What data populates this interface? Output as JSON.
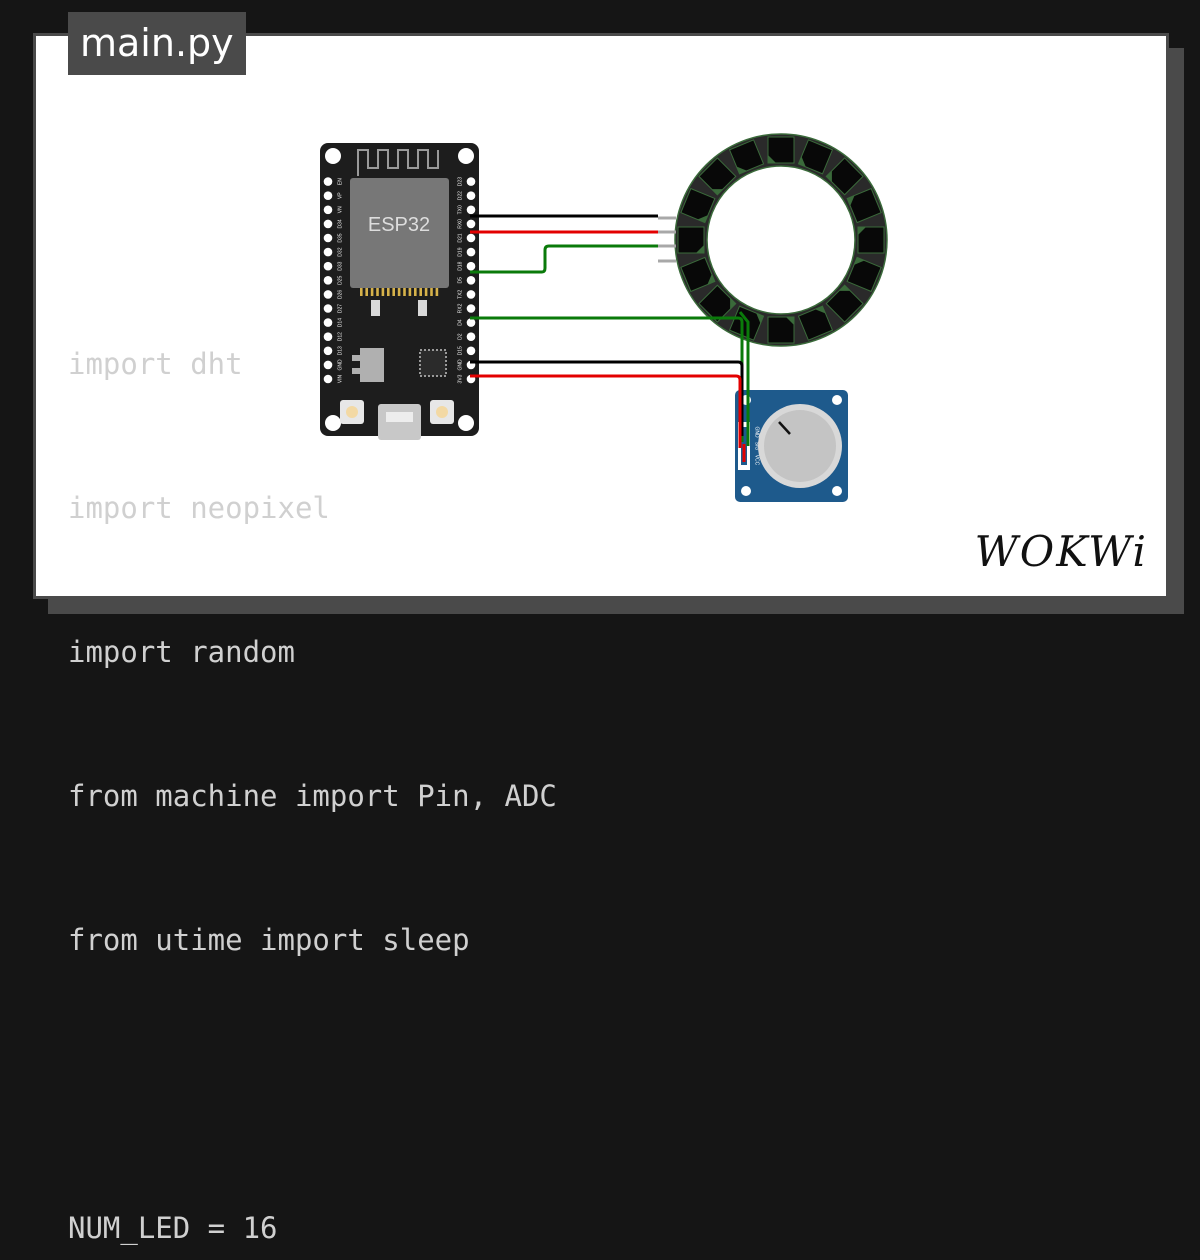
{
  "file_tab": {
    "label": "main.py"
  },
  "code_lines": [
    "import dht",
    "import neopixel",
    "import random",
    "from machine import Pin, ADC",
    "from utime import sleep",
    "",
    "NUM_LED = 16"
  ],
  "esp32": {
    "chip_label": "ESP32",
    "left_pins": [
      "VIN",
      "GND",
      "D13",
      "D12",
      "D14",
      "D27",
      "D26",
      "D25",
      "D33",
      "D32",
      "D35",
      "D34",
      "VN",
      "VP",
      "EN"
    ],
    "right_pins": [
      "3V3",
      "GND",
      "D15",
      "D2",
      "D4",
      "RX2",
      "TX2",
      "D5",
      "D18",
      "D19",
      "D21",
      "RX0",
      "TX0",
      "D22",
      "D23"
    ]
  },
  "neopixel_ring": {
    "led_count": 16
  },
  "potentiometer": {
    "pins": [
      "GND",
      "SIG",
      "VCC"
    ]
  },
  "wires": {
    "black": "#000000",
    "red": "#e30000",
    "green": "#0a7a0a"
  },
  "brand": {
    "logo": "WOKWi"
  },
  "colors": {
    "background": "#151515",
    "panel": "#ffffff",
    "tab": "#4a4a4a",
    "code_text": "#d0d0d0",
    "board": "#1d1d1d",
    "module": "#777777",
    "ring": "#2a2a2a",
    "ring_led": "#3a6a3a",
    "pot_board": "#1e5a8c"
  }
}
